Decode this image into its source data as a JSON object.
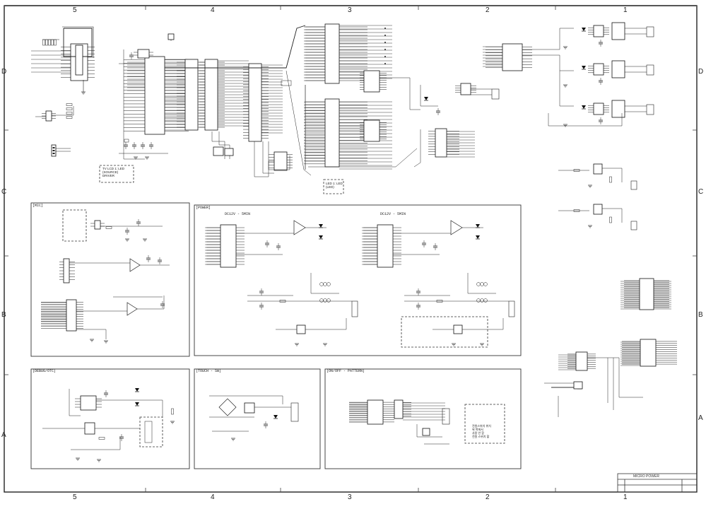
{
  "sheet": {
    "col_labels_top": [
      "5",
      "4",
      "3",
      "2",
      "1"
    ],
    "col_labels_bottom": [
      "5",
      "4",
      "3",
      "2",
      "1"
    ],
    "row_labels_left": [
      "D",
      "C",
      "B",
      "A"
    ],
    "row_labels_right": [
      "D",
      "C",
      "B",
      "A"
    ]
  },
  "blocks": {
    "mic": "[MIC]",
    "power": "[POWER]",
    "power_left_title": "DC12V - 5MIN",
    "power_right_title": "DC12V - 5MIN",
    "bottom_left": "[DEBUG/OTC]",
    "bottom_mid": "[TOUCH - SW]",
    "bottom_right": "[ON/OFF - PATTERN]"
  },
  "notes": {
    "tv_box_lines": [
      "TV LCD 1: LED",
      "(SOURCE)",
      "DRIVER"
    ],
    "mid_box_lines": [
      "LED 1: LED",
      "(LED)"
    ],
    "korean_box_lines": [
      "전원스위치 위치",
      "위 쪽에서",
      "사용 안 함",
      "전원 스위치 할"
    ]
  },
  "title_block": {
    "title": "MICRO POWER"
  }
}
